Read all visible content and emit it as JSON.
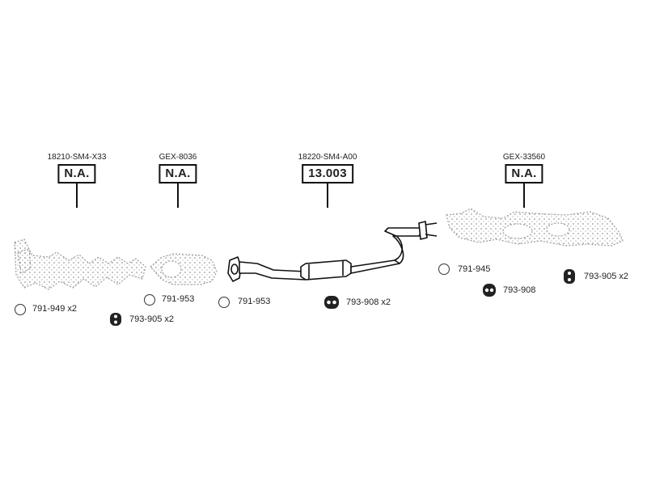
{
  "parts": [
    {
      "code": "18210-SM4-X33",
      "box": "N.A."
    },
    {
      "code": "GEX-8036",
      "box": "N.A."
    },
    {
      "code": "18220-SM4-A00",
      "box": "13.003"
    },
    {
      "code": "GEX-33560",
      "box": "N.A."
    }
  ],
  "fittings": [
    {
      "icon": "ring-icon",
      "label": "791-949 x2"
    },
    {
      "icon": "rubber-hanger-icon",
      "label": "793-905 x2"
    },
    {
      "icon": "ring-icon",
      "label": "791-953"
    },
    {
      "icon": "ring-icon",
      "label": "791-953"
    },
    {
      "icon": "rubber-hanger-icon",
      "label": "793-908 x2"
    },
    {
      "icon": "ring-icon",
      "label": "791-945"
    },
    {
      "icon": "rubber-hanger-icon",
      "label": "793-908"
    },
    {
      "icon": "rubber-hanger-icon",
      "label": "793-905 x2"
    }
  ],
  "colors": {
    "line": "#111111",
    "dotted": "#9a9a9a",
    "pipe_fill": "#ffffff"
  }
}
